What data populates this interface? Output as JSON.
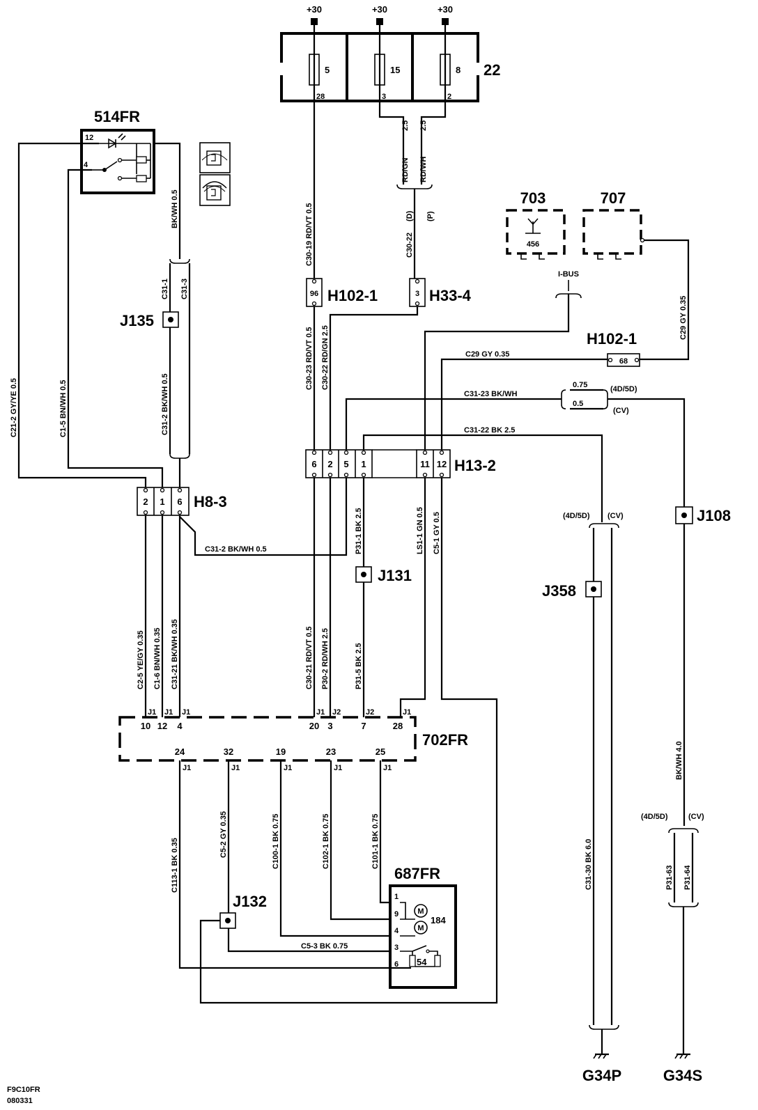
{
  "supplies": [
    "+30",
    "+30",
    "+30"
  ],
  "fuse_box": {
    "id": "22",
    "fuses": [
      {
        "num": "5",
        "pin": "28"
      },
      {
        "num": "15",
        "pin": "3"
      },
      {
        "num": "8",
        "pin": "2"
      }
    ]
  },
  "components": {
    "c514": "514FR",
    "c703": "703",
    "c703_pin": "456",
    "c707": "707",
    "c702": "702FR",
    "c687": "687FR",
    "c687_motor": "184",
    "c687_switch": "54"
  },
  "pins_514": {
    "p12": "12",
    "p4": "4"
  },
  "connectors": {
    "h102_top": "H102-1",
    "h102_top_pin": "96",
    "h33": "H33-4",
    "h33_pin": "3",
    "h102_mid": "H102-1",
    "h102_mid_pin": "68",
    "h13": "H13-2",
    "h13_pins": [
      "6",
      "2",
      "5",
      "1",
      "11",
      "12"
    ],
    "h8": "H8-3",
    "h8_pins": [
      "2",
      "1",
      "6"
    ]
  },
  "junctions": {
    "j135": "J135",
    "j131": "J131",
    "j108": "J108",
    "j358": "J358",
    "j132": "J132"
  },
  "grounds": {
    "g34p": "G34P",
    "g34s": "G34S"
  },
  "variants": {
    "d": "(D)",
    "p": "(P)",
    "d4d5": "(4D/5D)",
    "cv": "(CV)"
  },
  "ibus": "I-BUS",
  "wires": {
    "bkwh_top": "BK/WH  0.5",
    "c31_1": "C31-1",
    "c31_3": "C31-3",
    "c31_2_bkwh": "C31-2  BK/WH  0.5",
    "c21_2": "C21-2  GY/YE  0.5",
    "c1_5": "C1-5  BN/WH  0.5",
    "c30_19": "C30-19  RD/VT  0.5",
    "rdgn": "RD/GN",
    "rdgn_size": "2.5",
    "rdwh": "RD/WH",
    "rdwh_size": "2.5",
    "c30_22_top": "C30-22",
    "c29_gy_right": "C29  GY  0.35",
    "c30_23": "C30-23  RD/VT  0.5",
    "c30_22": "C30-22  RD/GN  2.5",
    "c29_h": "C29   GY  0.35",
    "c31_23": "C31-23      BK/WH",
    "size_075": "0.75",
    "size_05": "0.5",
    "c31_22": "C31-22     BK  2.5",
    "p31_1": "P31-1   BK  2.5",
    "ls1_1": "LS1-1  GN  0.5",
    "c5_1": "C5-1  GY  0.5",
    "c31_2_h": "C31-2     BK/WH  0.5",
    "c2_5": "C2-5  YE/GY  0.35",
    "c1_6": "C1-6  BN/WH  0.35",
    "c31_21": "C31-21  BK/WH  0.35",
    "c30_21": "C30-21  RD/VT  0.5",
    "p30_2": "P30-2  RD/WH  2.5",
    "p31_5": "P31-5  BK  2.5",
    "c113_1": "C113-1  BK  0.35",
    "c5_2": "C5-2  GY  0.35",
    "c100_1": "C100-1  BK  0.75",
    "c102_1": "C102-1  BK  0.75",
    "c101_1": "C101-1  BK  0.75",
    "c5_3": "C5-3    BK  0.75",
    "c31_30": "C31-30  BK  6.0",
    "bkwh_40": "BK/WH   4.0",
    "p31_63": "P31-63",
    "p31_64": "P31-64"
  },
  "ecu_top_pins": [
    {
      "cav": "J1",
      "num": "10"
    },
    {
      "cav": "J1",
      "num": "12"
    },
    {
      "cav": "J1",
      "num": "4"
    },
    {
      "cav": "J1",
      "num": "20"
    },
    {
      "cav": "J2",
      "num": "3"
    },
    {
      "cav": "J2",
      "num": "7"
    },
    {
      "cav": "J1",
      "num": "28"
    }
  ],
  "ecu_bottom_pins": [
    {
      "cav": "J1",
      "num": "24"
    },
    {
      "cav": "J1",
      "num": "32"
    },
    {
      "cav": "J1",
      "num": "19"
    },
    {
      "cav": "J1",
      "num": "23"
    },
    {
      "cav": "J1",
      "num": "25"
    }
  ],
  "pins_687": [
    "1",
    "9",
    "4",
    "3",
    "6"
  ],
  "drawing_code": "F9C10FR",
  "drawing_date": "080331"
}
